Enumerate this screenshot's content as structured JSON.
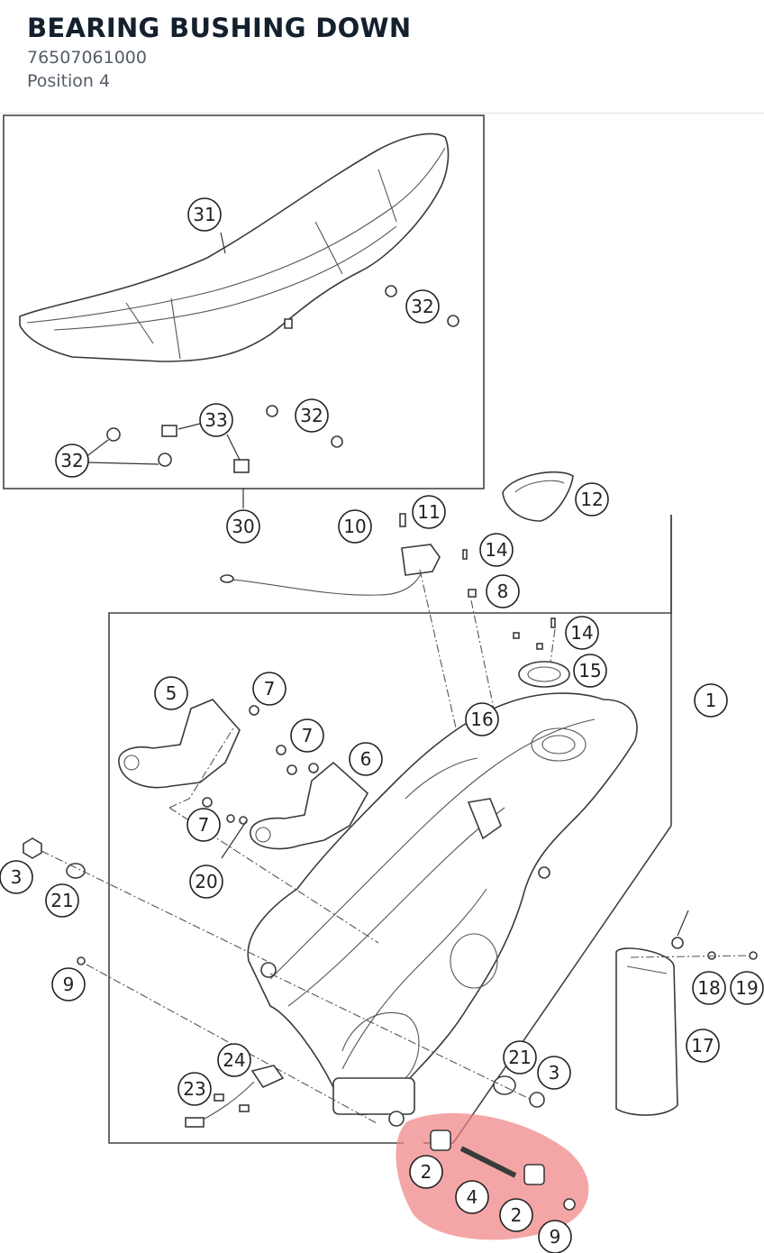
{
  "header": {
    "title": "BEARING BUSHING DOWN",
    "part_number": "76507061000",
    "position": "Position 4"
  },
  "diagram": {
    "highlight_color": "#f08080",
    "callouts": [
      "31",
      "32",
      "32",
      "33",
      "32",
      "30",
      "12",
      "11",
      "10",
      "14",
      "8",
      "14",
      "15",
      "1",
      "16",
      "5",
      "7",
      "7",
      "6",
      "7",
      "20",
      "3",
      "21",
      "9",
      "24",
      "23",
      "21",
      "3",
      "18",
      "19",
      "17",
      "2",
      "4",
      "2",
      "9"
    ]
  }
}
